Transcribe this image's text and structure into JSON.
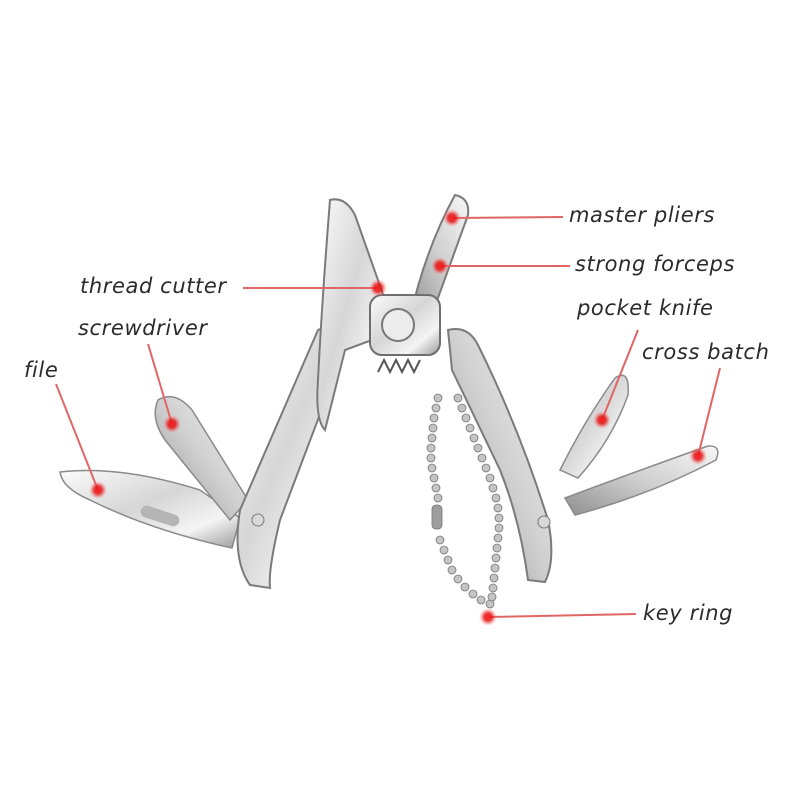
{
  "labels": {
    "master_pliers": "master pliers",
    "strong_forceps": "strong forceps",
    "thread_cutter": "thread cutter",
    "pocket_knife": "pocket knife",
    "screwdriver": "screwdriver",
    "cross_batch": "cross batch",
    "file": "file",
    "key_ring": "key ring"
  },
  "colors": {
    "leader_line": "#e06666",
    "marker_dot": "#e0101a",
    "steel_light": "#f2f2f2",
    "steel_mid": "#c9c9c9",
    "steel_dark": "#8e8e8e"
  }
}
